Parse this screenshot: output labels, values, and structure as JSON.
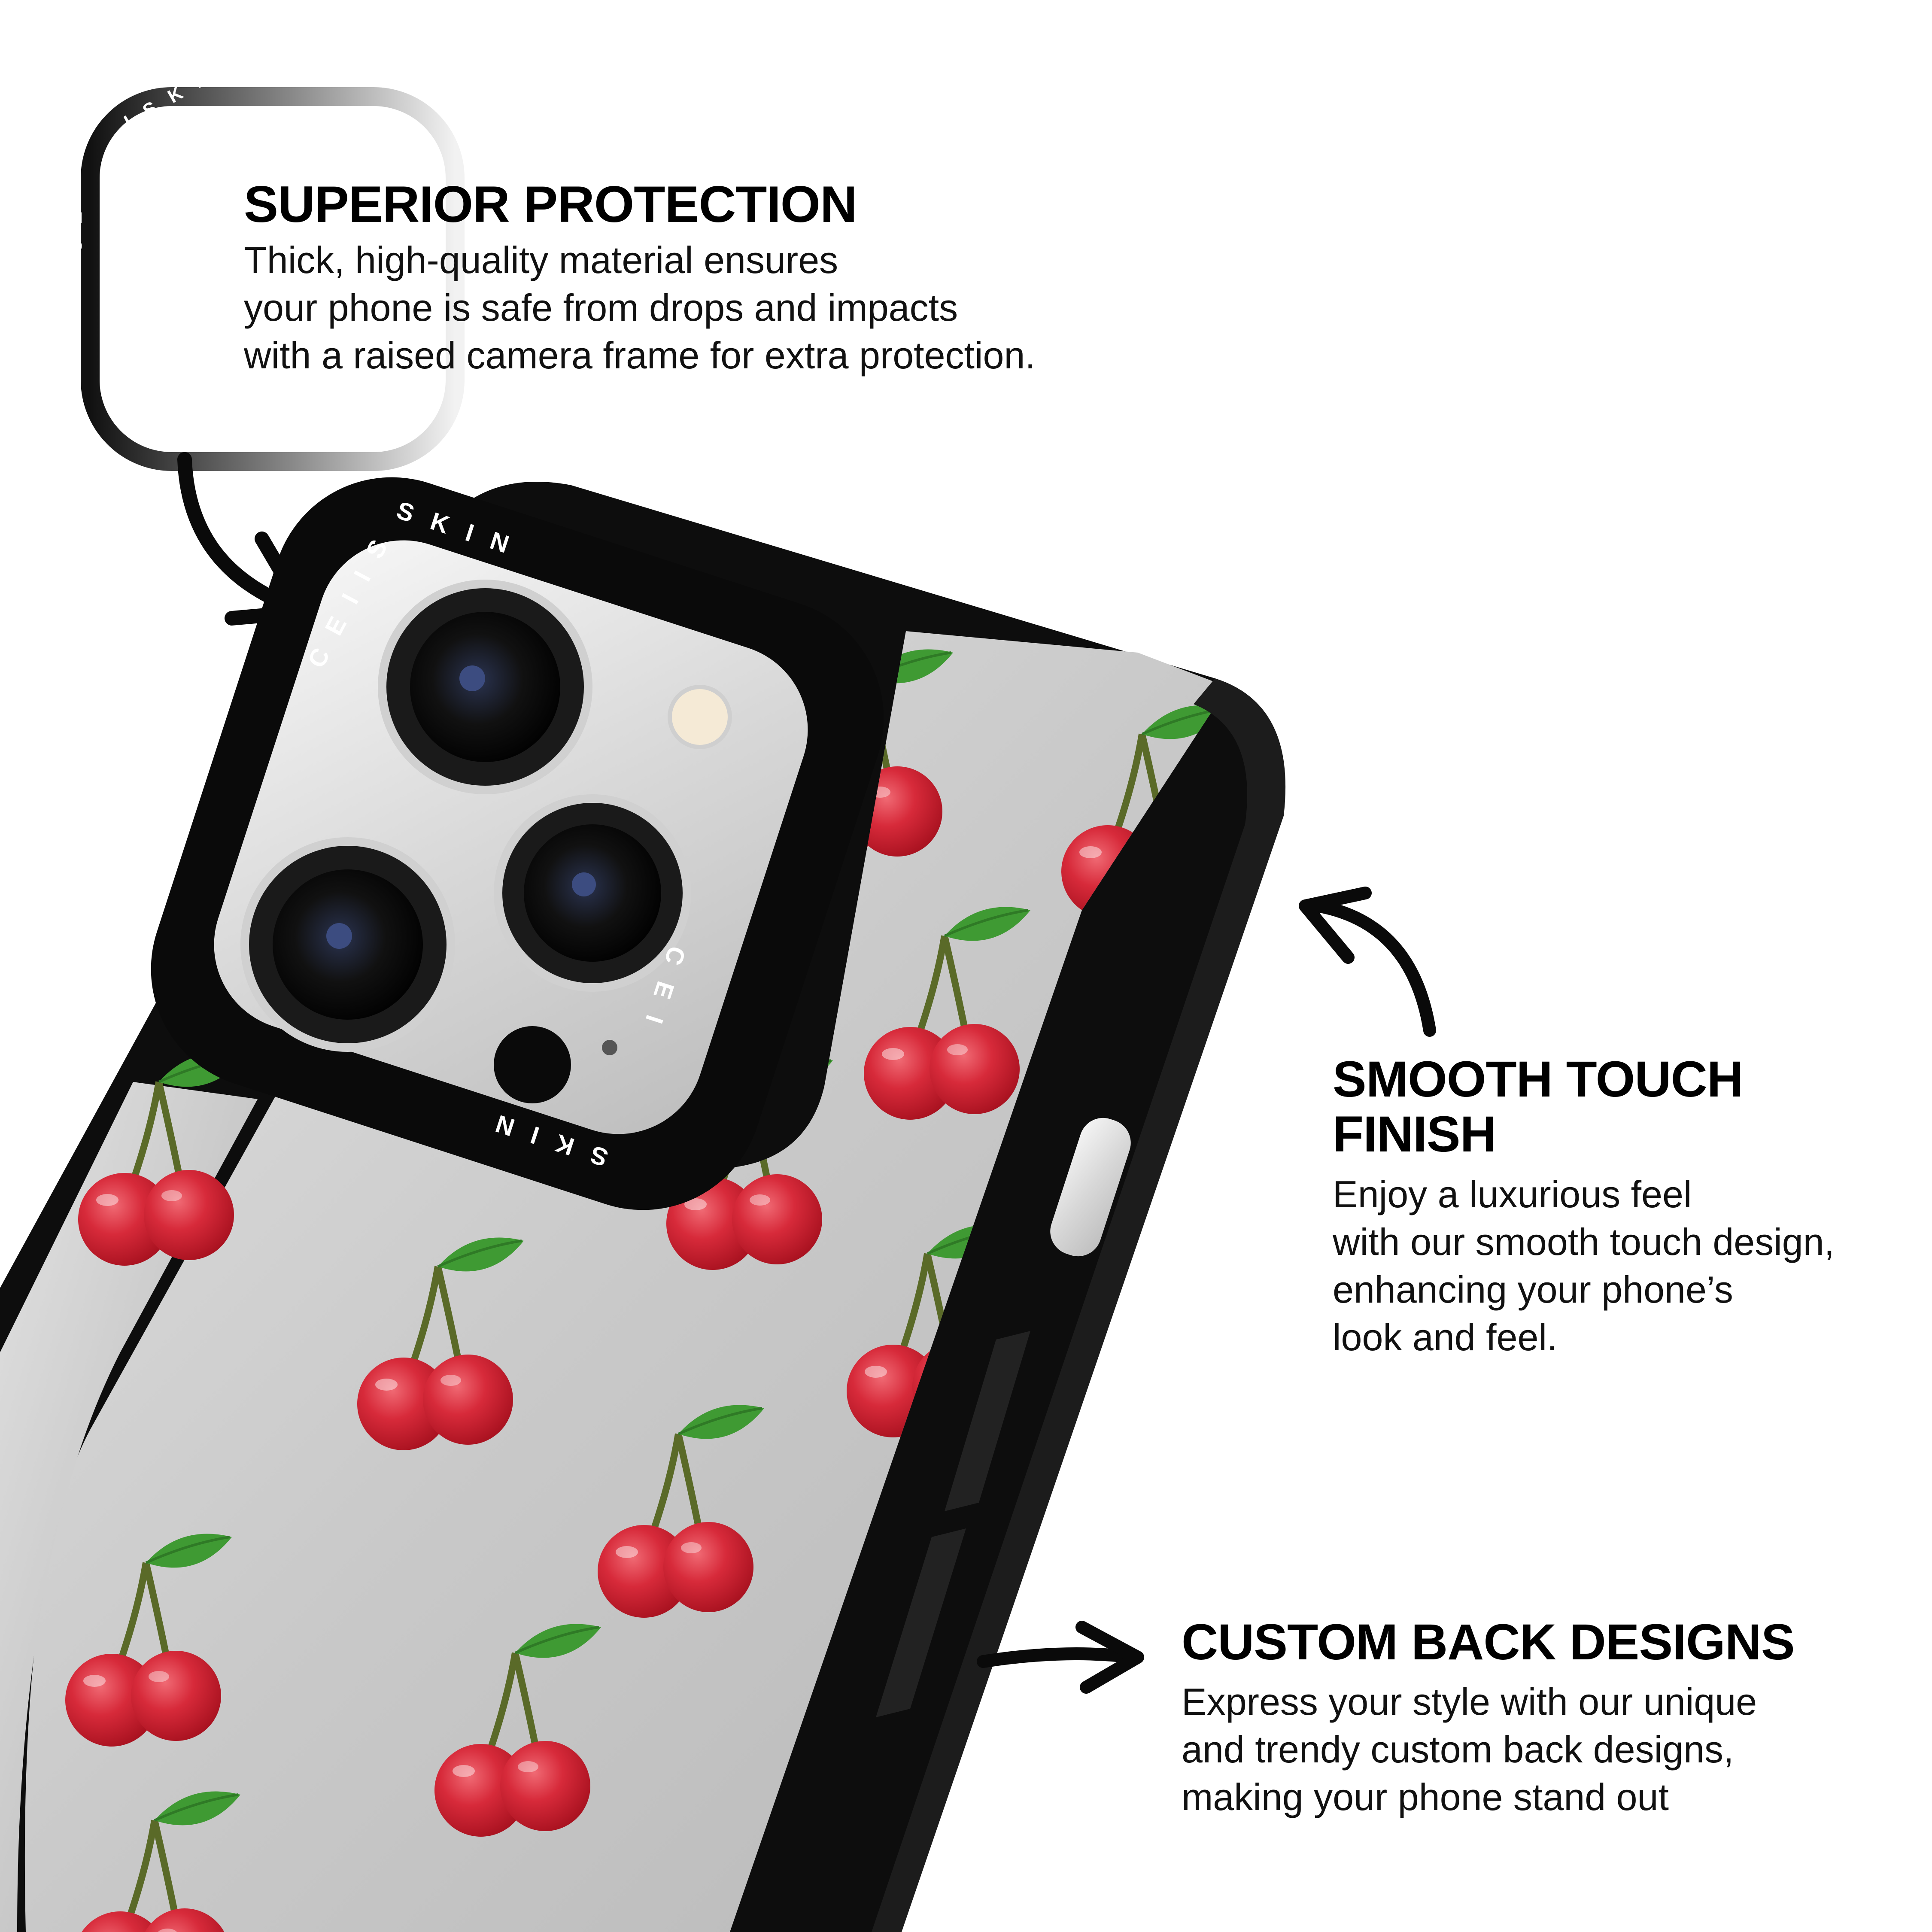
{
  "brand": {
    "logo_text": "CEIISKIN"
  },
  "features": [
    {
      "heading": "SUPERIOR PROTECTION",
      "lines": [
        "Thick, high-quality material ensures",
        "your phone is safe from drops and impacts",
        "with a raised camera frame for extra protection."
      ]
    },
    {
      "heading_lines": [
        "SMOOTH TOUCH",
        "FINISH"
      ],
      "lines": [
        "Enjoy a luxurious feel",
        "with our smooth touch design,",
        "enhancing your phone’s",
        "look and feel."
      ]
    },
    {
      "heading": "CUSTOM BACK DESIGNS",
      "lines": [
        "Express your style with our unique",
        "and trendy custom back designs,",
        "making your phone stand out"
      ]
    }
  ],
  "colors": {
    "case": "#0d0d0d",
    "mirror": "#cfcfcf",
    "cherry": "#c8202f",
    "leaf": "#3f9a33",
    "text": "#000000"
  },
  "icons": [
    "camera-lens-icon",
    "curved-arrow-icon",
    "cherry-pattern"
  ]
}
